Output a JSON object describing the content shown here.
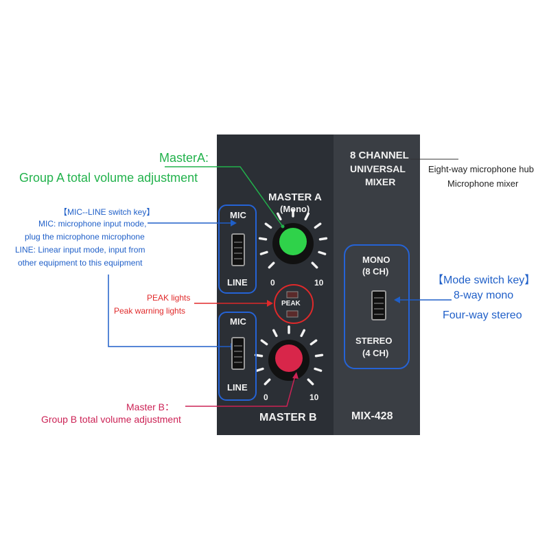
{
  "panel": {
    "brand_line1": "8 CHANNEL",
    "brand_line2": "UNIVERSAL",
    "brand_line3": "MIXER",
    "master_a_label": "MASTER A",
    "master_a_sub": "(Mono)",
    "master_b_label": "MASTER B",
    "scale_min": "0",
    "scale_max": "10",
    "mic_label": "MIC",
    "line_label": "LINE",
    "peak_label": "PEAK",
    "mode_top_line1": "MONO",
    "mode_top_line2": "(8 CH)",
    "mode_bottom_line1": "STEREO",
    "mode_bottom_line2": "(4 CH)",
    "model": "MIX-428"
  },
  "annotations": {
    "master_a_title": "MasterA:",
    "master_a_desc": "Group A total volume adjustment",
    "hub_line1": "Eight-way microphone hub",
    "hub_line2": "Microphone mixer",
    "mic_line_title": "【MIC--LINE switch key】",
    "mic_line_desc1": "MIC: microphone input mode,",
    "mic_line_desc2": "plug the microphone microphone",
    "mic_line_desc3": "LINE: Linear input mode, input from",
    "mic_line_desc4": "other equipment to this equipment",
    "peak_title": "PEAK lights",
    "peak_desc": "Peak warning lights",
    "mode_title": "【Mode switch key】",
    "mode_desc1": "8-way mono",
    "mode_desc2": "Four-way stereo",
    "master_b_title": "Master B：",
    "master_b_desc": "Group B total volume adjustment"
  },
  "colors": {
    "green": "#22b24c",
    "blue": "#1f5fc8",
    "red": "#e0292a",
    "magenta": "#cc2255",
    "knob_a": "#2fd24a",
    "knob_b": "#d8264a"
  }
}
